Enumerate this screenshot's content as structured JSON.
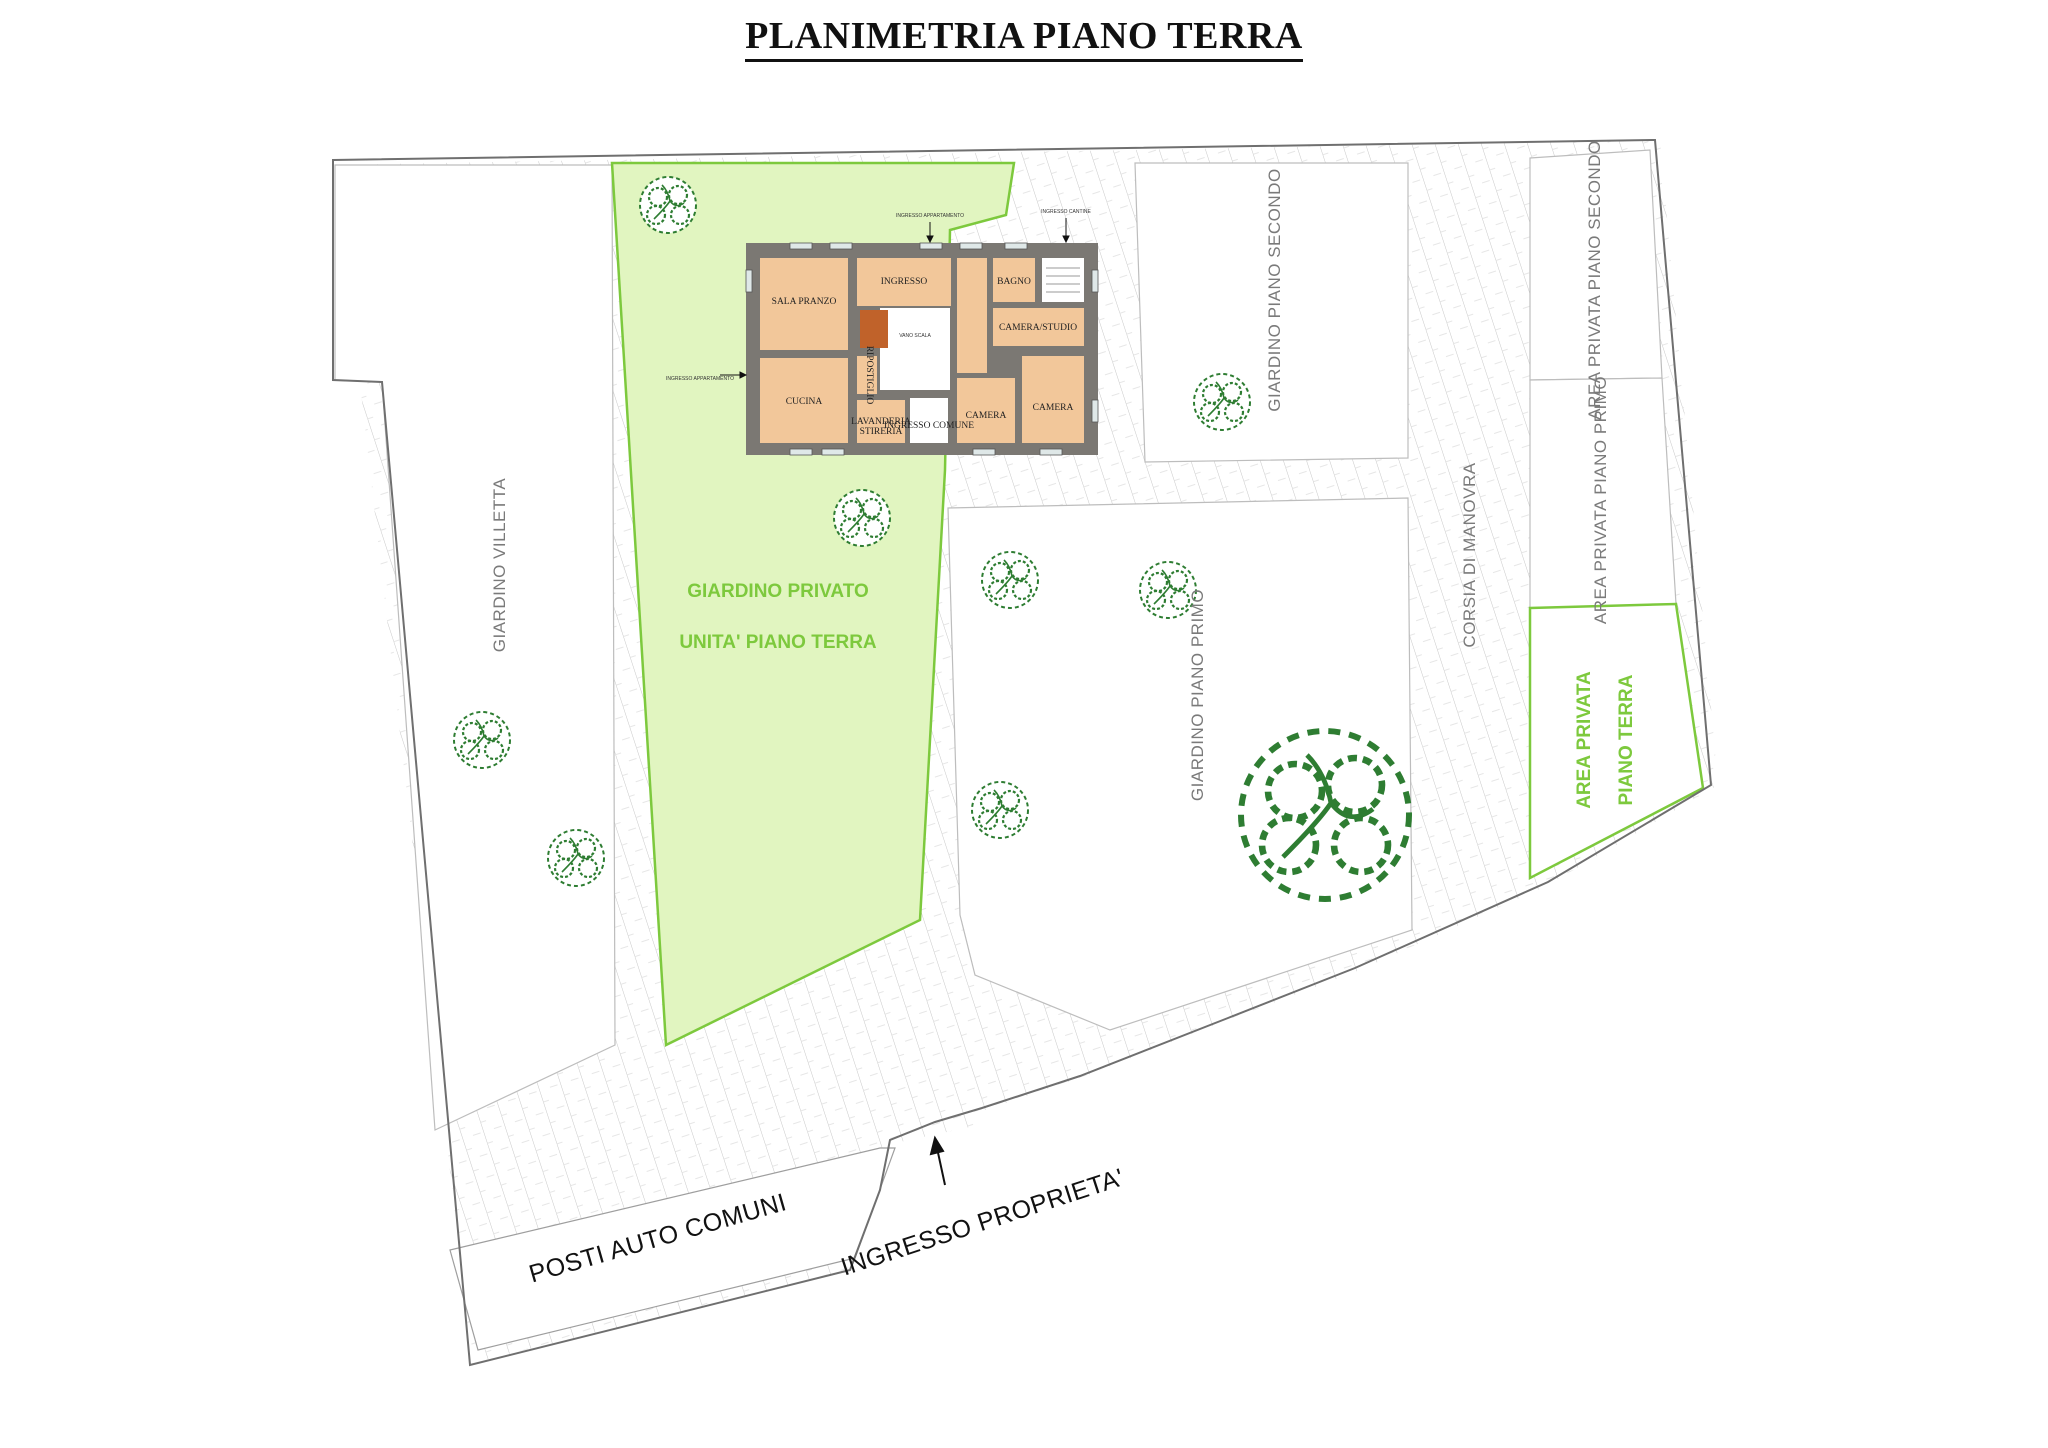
{
  "title": "PLANIMETRIA PIANO TERRA",
  "colors": {
    "private_garden": "#e1f5c0",
    "private_border": "#7dc93d",
    "room_fill": "#f2c79a",
    "wall": "#7b7873",
    "stair": "#c0622a",
    "tree": "#2e7d32"
  },
  "zones": {
    "giardino_villetta": "GIARDINO VILLETTA",
    "giardino_privato_1": "GIARDINO PRIVATO",
    "giardino_privato_2": "UNITA' PIANO TERRA",
    "giardino_piano_secondo": "GIARDINO PIANO SECONDO",
    "giardino_piano_primo": "GIARDINO PIANO PRIMO",
    "corsia": "CORSIA DI MANOVRA",
    "area_privata_secondo": "AREA PRIVATA PIANO SECONDO",
    "area_privata_primo": "AREA PRIVATA PIANO PRIMO",
    "area_privata_terra_1": "AREA PRIVATA",
    "area_privata_terra_2": "PIANO TERRA",
    "posti_auto": "POSTI AUTO COMUNI",
    "ingresso_proprieta": "INGRESSO PROPRIETA'"
  },
  "rooms": {
    "sala_pranzo": "SALA PRANZO",
    "ingresso": "INGRESSO",
    "bagno": "BAGNO",
    "camera_studio": "CAMERA/STUDIO",
    "cucina": "CUCINA",
    "ripostiglio": "RIPOSTIGLIO",
    "lavanderia": "LAVANDERIA",
    "stireria": "STIRERIA",
    "ingresso_comune": "INGRESSO COMUNE",
    "camera_1": "CAMERA",
    "camera_2": "CAMERA",
    "vano_scala": "VANO SCALA",
    "ingresso_appartamento_top": "INGRESSO APPARTAMENTO",
    "ingresso_cantine": "INGRESSO CANTINE",
    "ingresso_appartamento_left": "INGRESSO APPARTAMENTO"
  }
}
